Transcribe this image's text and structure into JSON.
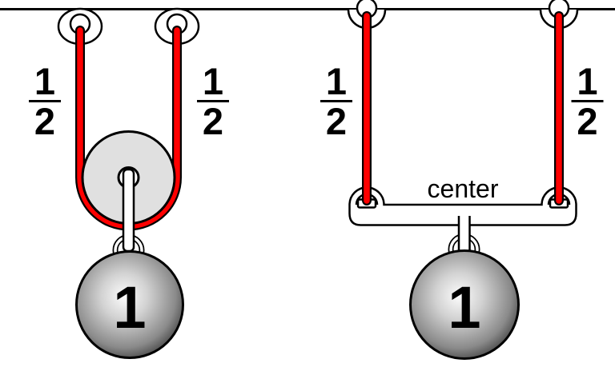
{
  "fractions": {
    "pulley_left": {
      "num": "1",
      "den": "2"
    },
    "pulley_right": {
      "num": "1",
      "den": "2"
    },
    "bar_left": {
      "num": "1",
      "den": "2"
    },
    "bar_right": {
      "num": "1",
      "den": "2"
    }
  },
  "weights": {
    "pulley_ball": "1",
    "bar_ball": "1"
  },
  "labels": {
    "bar_center": "center"
  },
  "colors": {
    "rope_red": "#ff0000",
    "pulley_gray": "#e0e0e0",
    "outline": "#000000",
    "bg": "#ffffff",
    "label": "#000000",
    "ball_g0": "#fcfcfc",
    "ball_g1": "#d2d2d2",
    "ball_g2": "#8a8a8a",
    "ball_g3": "#454545"
  }
}
